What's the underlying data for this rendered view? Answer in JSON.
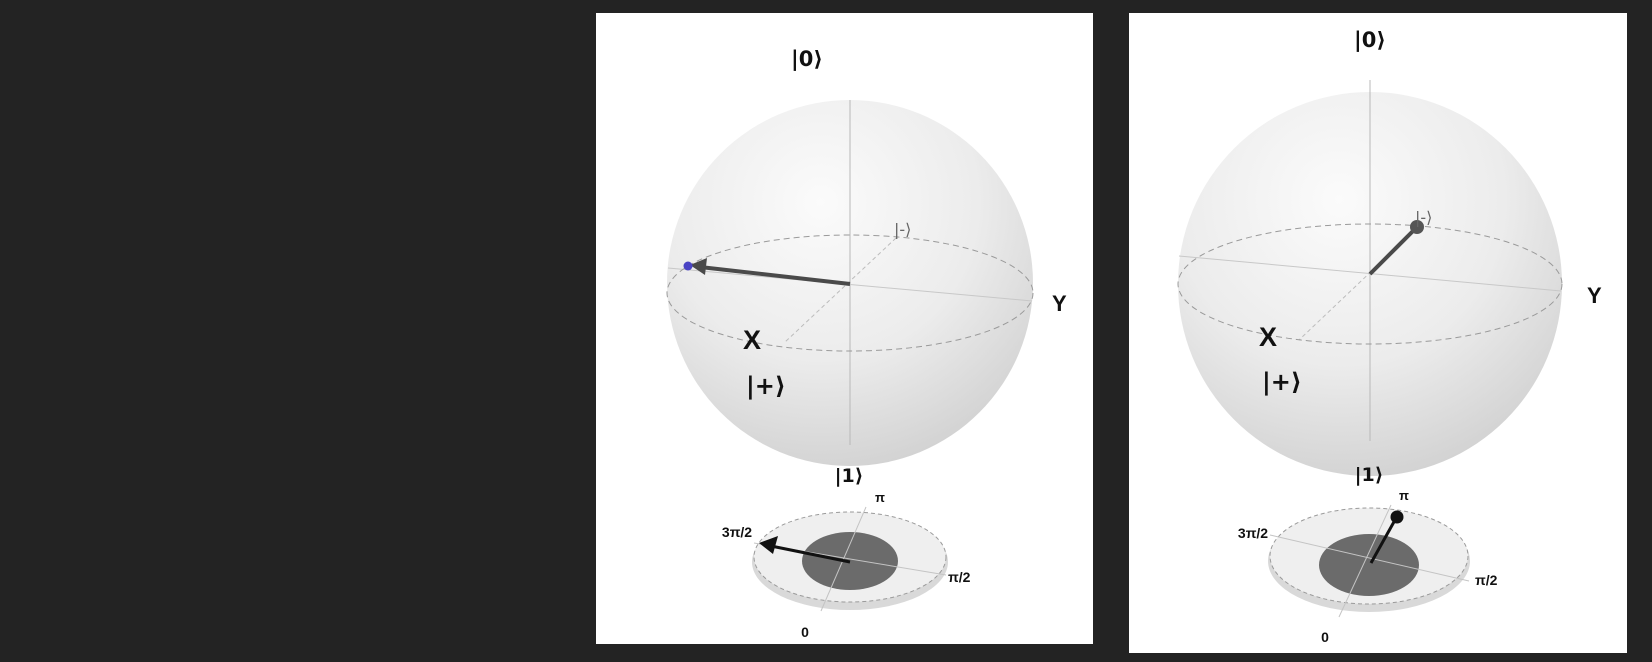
{
  "colors": {
    "background": "#232323",
    "panel": "#ffffff",
    "sphere_light": "#f7f7f7",
    "sphere_dark": "#d2d2d2",
    "state_vector": "#4a4a4a",
    "state_tip_blue": "#4a44c4",
    "phase_disc": "#eeeeee",
    "phase_inner": "#6b6b6b",
    "phase_arrow": "#111111"
  },
  "panels": [
    {
      "bloch": {
        "top_label": "|0⟩",
        "bottom_label": "|1⟩",
        "x_axis_label": "X",
        "y_axis_label": "Y",
        "plus_label": "|+⟩",
        "minus_label": "|-⟩",
        "vector_tip_icon": "blue-dot"
      },
      "phase_disk": {
        "label_0": "0",
        "label_pi_2": "π/2",
        "label_pi": "π",
        "label_3pi_2": "3π/2",
        "arrow_head": "triangle"
      }
    },
    {
      "bloch": {
        "top_label": "|0⟩",
        "bottom_label": "|1⟩",
        "x_axis_label": "X",
        "y_axis_label": "Y",
        "plus_label": "|+⟩",
        "minus_label": "|-⟩",
        "vector_tip_icon": "grey-ball"
      },
      "phase_disk": {
        "label_0": "0",
        "label_pi_2": "π/2",
        "label_pi": "π",
        "label_3pi_2": "3π/2",
        "arrow_head": "ball"
      }
    }
  ]
}
